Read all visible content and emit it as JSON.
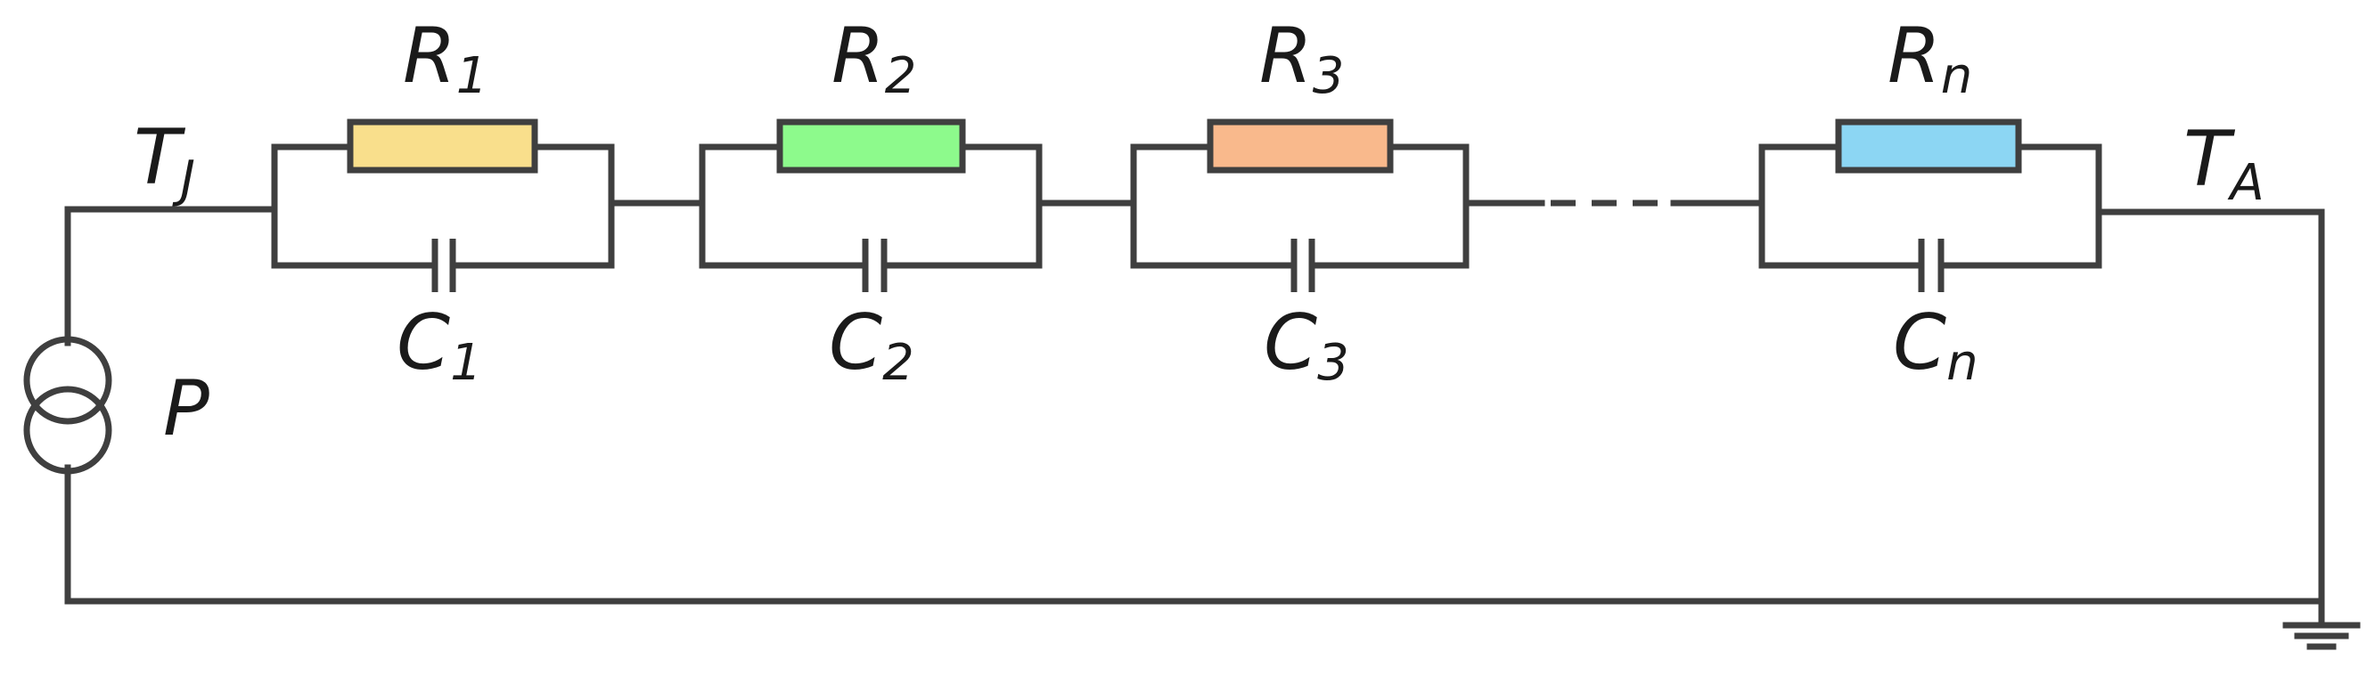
{
  "diagram": {
    "source_label": "P",
    "junction_label": {
      "main": "T",
      "sub": "J"
    },
    "ambient_label": {
      "main": "T",
      "sub": "A"
    },
    "stages": [
      {
        "resistor": {
          "main": "R",
          "sub": "1"
        },
        "capacitor": {
          "main": "C",
          "sub": "1"
        },
        "color": "#f9df8c"
      },
      {
        "resistor": {
          "main": "R",
          "sub": "2"
        },
        "capacitor": {
          "main": "C",
          "sub": "2"
        },
        "color": "#8dfa8c"
      },
      {
        "resistor": {
          "main": "R",
          "sub": "3"
        },
        "capacitor": {
          "main": "C",
          "sub": "3"
        },
        "color": "#f9b98c"
      },
      {
        "resistor": {
          "main": "R",
          "sub": "n"
        },
        "capacitor": {
          "main": "C",
          "sub": "n"
        },
        "color": "#8cd6f3"
      }
    ],
    "colors": {
      "wire": "#3f3f3f",
      "text": "#1a1a1a"
    }
  }
}
